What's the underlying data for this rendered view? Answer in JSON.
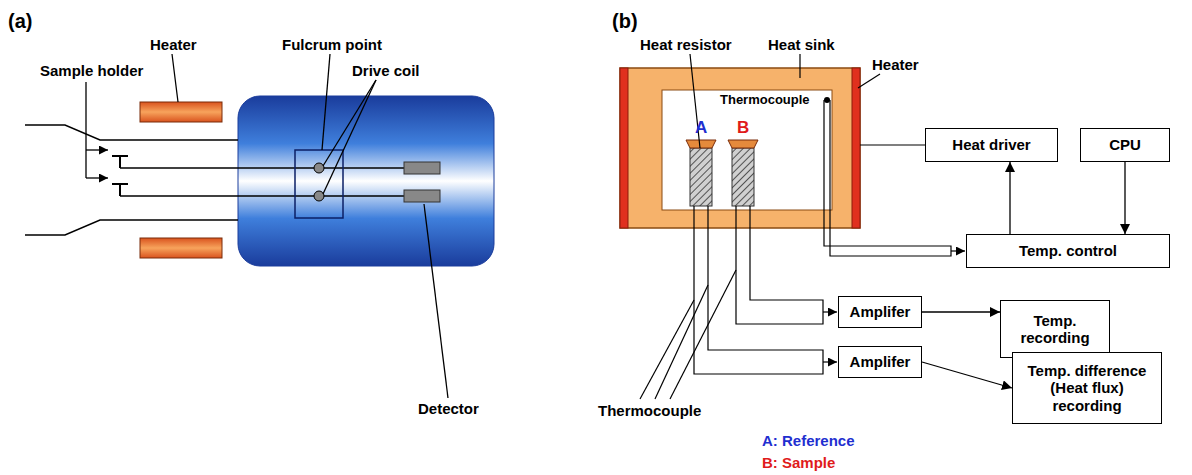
{
  "diagram": {
    "nodes": [
      {
        "text": [
          "Heat driver"
        ]
      },
      {
        "text": [
          "CPU"
        ]
      },
      {
        "text": [
          "Temp. control"
        ]
      },
      {
        "text": [
          "Amplifer"
        ]
      },
      {
        "text": [
          "Temp. recording"
        ]
      },
      {
        "text": [
          "Amplifer"
        ]
      },
      {
        "text": [
          "Temp. difference (Heat flux) recording"
        ]
      }
    ],
    "edges": [
      {
        "from": 2,
        "to": 0,
        "arrow": "to"
      },
      {
        "from": 1,
        "to": 2,
        "arrow": "to"
      },
      {
        "from": 3,
        "to": 4,
        "arrow": "to"
      },
      {
        "from": 5,
        "to": 6,
        "arrow": "to"
      }
    ],
    "labels": [
      "(a)",
      "Sample holder",
      "Heater",
      "Fulcrum point",
      "Drive coil",
      "Detector",
      "(b)",
      "Heat resistor",
      "Heat sink",
      "Heater",
      "A",
      "B",
      "Thermocouple",
      "Thermocouple",
      "A: Reference",
      "B: Sample"
    ]
  }
}
